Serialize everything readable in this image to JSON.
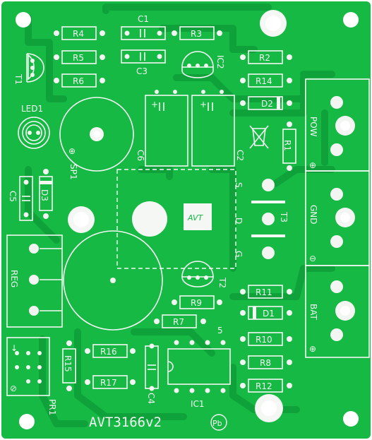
{
  "board": {
    "title": "AVT3166v2",
    "lead_mark": "Pb",
    "colors": {
      "board": "#15b943",
      "trace": "#0fa23a",
      "silk": "#f4f7f4"
    }
  },
  "labels": {
    "r4": "R4",
    "r5": "R5",
    "r6": "R6",
    "r3": "R3",
    "r2": "R2",
    "r14": "R14",
    "c1": "C1",
    "c3": "C3",
    "ic2": "IC2",
    "t1": "T1",
    "led1": "LED1",
    "sp1": "SP1",
    "c6": "C6",
    "c2": "C2",
    "d2": "D2",
    "r1": "R1",
    "pow": "POW",
    "gnd": "GND",
    "bat": "BAT",
    "c5": "C5",
    "d3": "D3",
    "s": "S",
    "d": "D",
    "g": "G",
    "t3": "T3",
    "reg": "REG",
    "t2": "T2",
    "r9": "R9",
    "r7": "R7",
    "r11": "R11",
    "d1": "D1",
    "r10": "R10",
    "r8": "R8",
    "r12": "R12",
    "r16": "R16",
    "r17": "R17",
    "r15": "R15",
    "c4": "C4",
    "ic1": "IC1",
    "pr1": "PR1",
    "pin5": "5",
    "avt_logo": "AVT"
  }
}
